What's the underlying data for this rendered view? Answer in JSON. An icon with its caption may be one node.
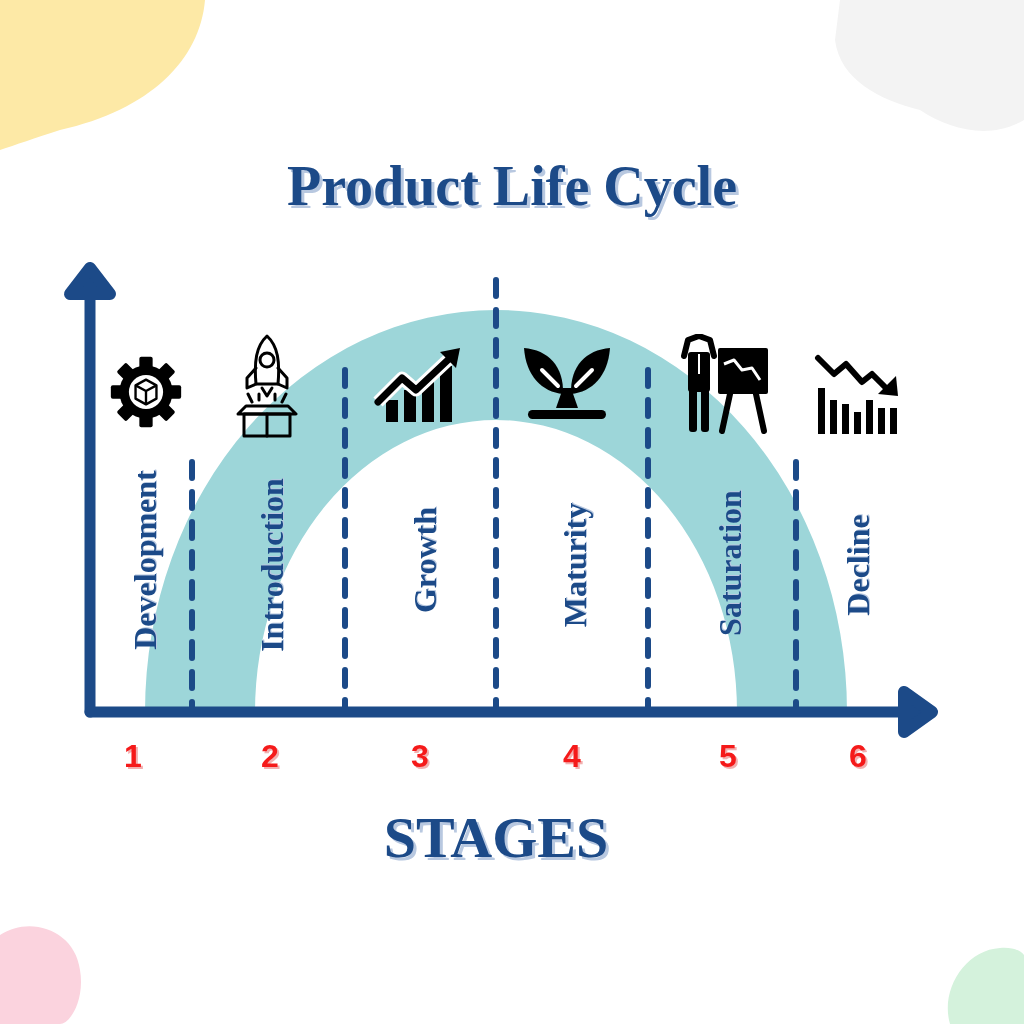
{
  "diagram": {
    "title": "Product Life Cycle",
    "labels": [
      "Development",
      "Introduction",
      "Growth",
      "Maturity",
      "Saturation",
      "Decline",
      "1",
      "2",
      "3",
      "4",
      "5",
      "6",
      "STAGES"
    ]
  }
}
